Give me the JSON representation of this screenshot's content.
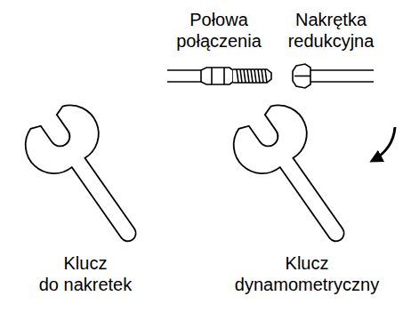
{
  "diagram": {
    "labels": [
      "Połowa połączenia",
      "Nakrętka redukcyjna",
      "Klucz do nakretek",
      "Klucz dynamometryczny"
    ]
  }
}
